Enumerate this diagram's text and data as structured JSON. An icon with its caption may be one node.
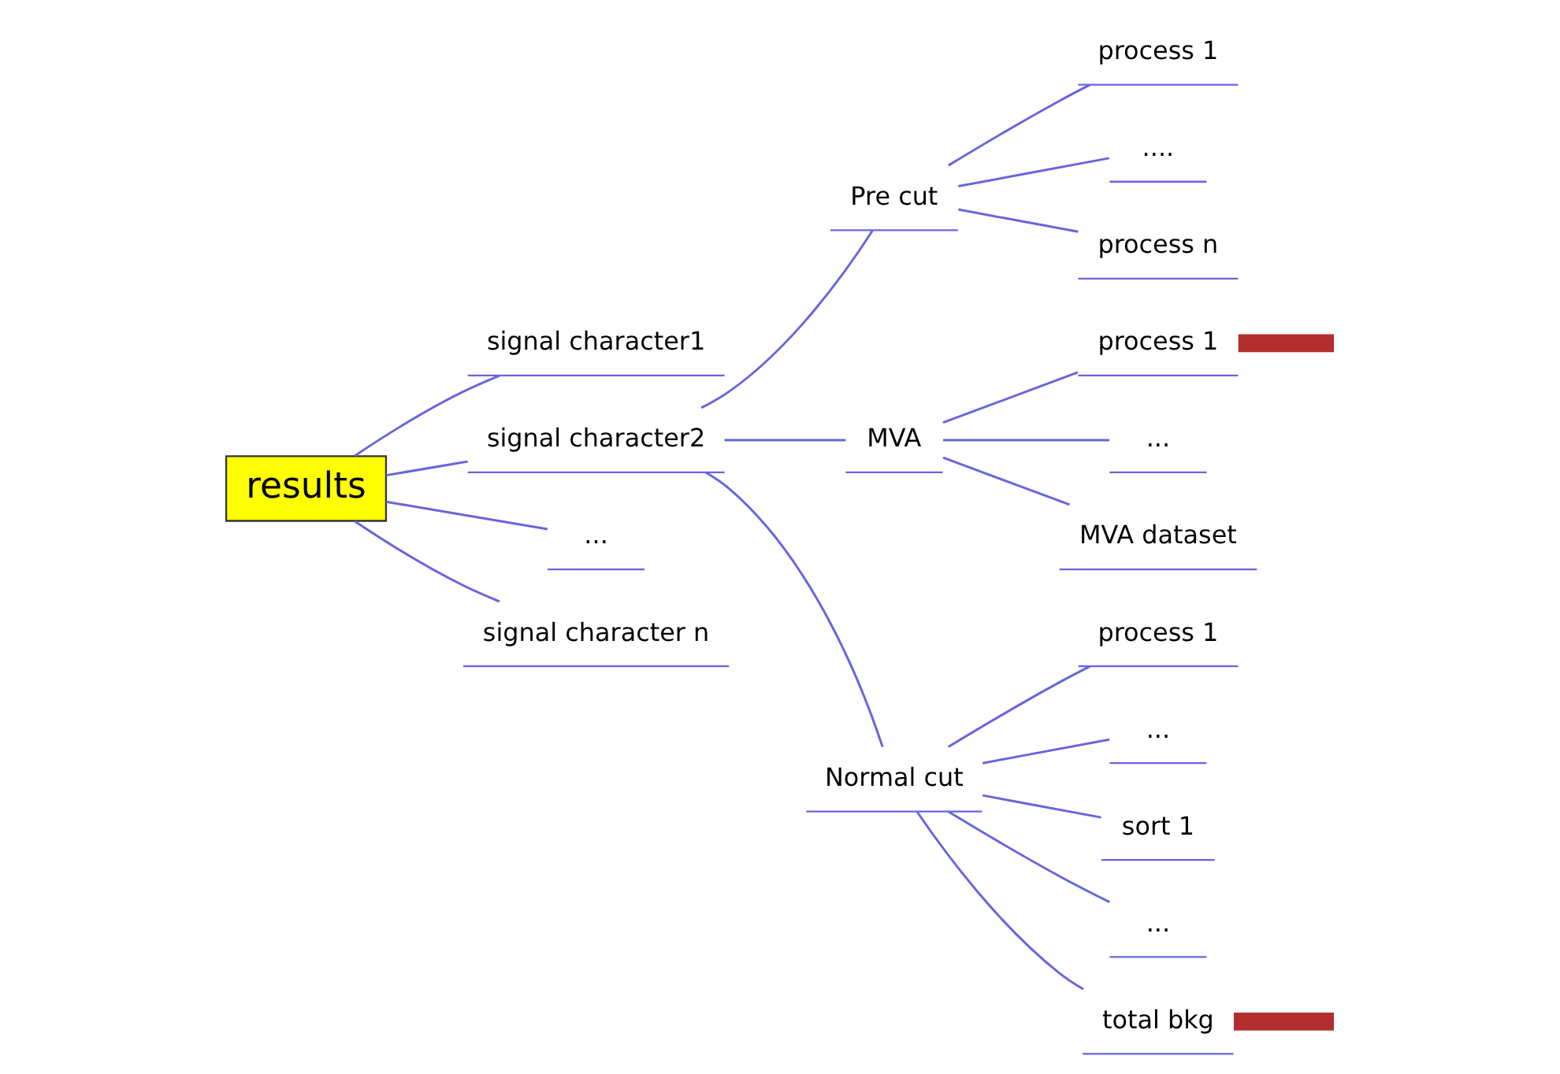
{
  "diagram": {
    "nodes": [
      {
        "text": [
          "results"
        ]
      },
      {
        "text": [
          "signal character1"
        ]
      },
      {
        "text": [
          "signal character2"
        ]
      },
      {
        "text": [
          "..."
        ]
      },
      {
        "text": [
          "signal character n"
        ]
      },
      {
        "text": [
          "Pre cut"
        ]
      },
      {
        "text": [
          "MVA"
        ]
      },
      {
        "text": [
          "Normal cut"
        ]
      },
      {
        "text": [
          "process 1"
        ]
      },
      {
        "text": [
          "...."
        ]
      },
      {
        "text": [
          "process n"
        ]
      },
      {
        "text": [
          "process 1"
        ]
      },
      {
        "text": [
          "..."
        ]
      },
      {
        "text": [
          "MVA dataset"
        ]
      },
      {
        "text": [
          "process 1"
        ]
      },
      {
        "text": [
          "..."
        ]
      },
      {
        "text": [
          "sort 1"
        ]
      },
      {
        "text": [
          "..."
        ]
      },
      {
        "text": [
          "total bkg"
        ]
      }
    ],
    "edges": [
      {
        "from": 0,
        "to": 1,
        "arrow": "none"
      },
      {
        "from": 0,
        "to": 2,
        "arrow": "none"
      },
      {
        "from": 0,
        "to": 3,
        "arrow": "none"
      },
      {
        "from": 0,
        "to": 4,
        "arrow": "none"
      },
      {
        "from": 2,
        "to": 5,
        "arrow": "none"
      },
      {
        "from": 2,
        "to": 6,
        "arrow": "none"
      },
      {
        "from": 2,
        "to": 7,
        "arrow": "none"
      },
      {
        "from": 5,
        "to": 8,
        "arrow": "none"
      },
      {
        "from": 5,
        "to": 9,
        "arrow": "none"
      },
      {
        "from": 5,
        "to": 10,
        "arrow": "none"
      },
      {
        "from": 6,
        "to": 11,
        "arrow": "none"
      },
      {
        "from": 6,
        "to": 12,
        "arrow": "none"
      },
      {
        "from": 6,
        "to": 13,
        "arrow": "none"
      },
      {
        "from": 7,
        "to": 14,
        "arrow": "none"
      },
      {
        "from": 7,
        "to": 15,
        "arrow": "none"
      },
      {
        "from": 7,
        "to": 16,
        "arrow": "none"
      },
      {
        "from": 7,
        "to": 17,
        "arrow": "none"
      },
      {
        "from": 7,
        "to": 18,
        "arrow": "none"
      },
      {
        "from": null,
        "to": 11,
        "arrow": "none",
        "style": "thick",
        "color": "#b22e2e"
      },
      {
        "from": null,
        "to": 18,
        "arrow": "none",
        "style": "thick",
        "color": "#b22e2e"
      }
    ]
  }
}
